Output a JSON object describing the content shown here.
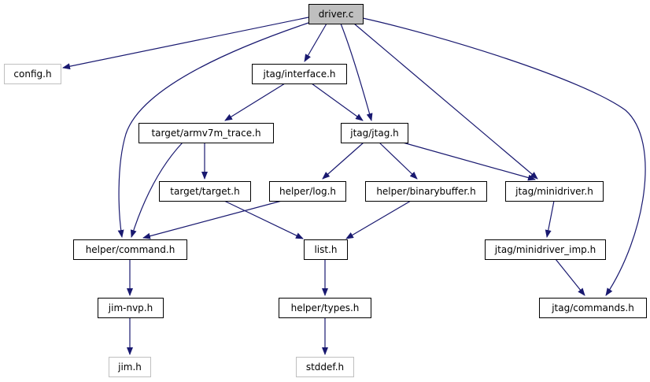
{
  "colors": {
    "edge": "#191970",
    "node_border": "#000000",
    "node_border_external": "#bfbfbf",
    "node_fill": "#ffffff",
    "node_fill_root": "#bfbfbf"
  },
  "nodes": [
    {
      "id": "driver_c",
      "label": "driver.c",
      "style": "root"
    },
    {
      "id": "config_h",
      "label": "config.h",
      "style": "external"
    },
    {
      "id": "jtag_interface_h",
      "label": "jtag/interface.h",
      "style": "normal"
    },
    {
      "id": "target_armv7m_trace_h",
      "label": "target/armv7m_trace.h",
      "style": "normal"
    },
    {
      "id": "jtag_jtag_h",
      "label": "jtag/jtag.h",
      "style": "normal"
    },
    {
      "id": "target_target_h",
      "label": "target/target.h",
      "style": "normal"
    },
    {
      "id": "helper_log_h",
      "label": "helper/log.h",
      "style": "normal"
    },
    {
      "id": "helper_binarybuffer_h",
      "label": "helper/binarybuffer.h",
      "style": "normal"
    },
    {
      "id": "jtag_minidriver_h",
      "label": "jtag/minidriver.h",
      "style": "normal"
    },
    {
      "id": "helper_command_h",
      "label": "helper/command.h",
      "style": "normal"
    },
    {
      "id": "list_h",
      "label": "list.h",
      "style": "normal"
    },
    {
      "id": "jtag_minidriver_imp_h",
      "label": "jtag/minidriver_imp.h",
      "style": "normal"
    },
    {
      "id": "jim_nvp_h",
      "label": "jim-nvp.h",
      "style": "normal"
    },
    {
      "id": "helper_types_h",
      "label": "helper/types.h",
      "style": "normal"
    },
    {
      "id": "jtag_commands_h",
      "label": "jtag/commands.h",
      "style": "normal"
    },
    {
      "id": "jim_h",
      "label": "jim.h",
      "style": "external"
    },
    {
      "id": "stddef_h",
      "label": "stddef.h",
      "style": "external"
    }
  ],
  "edges": [
    {
      "from": "driver_c",
      "to": "config_h"
    },
    {
      "from": "driver_c",
      "to": "jtag_interface_h"
    },
    {
      "from": "driver_c",
      "to": "jtag_jtag_h"
    },
    {
      "from": "driver_c",
      "to": "jtag_minidriver_h"
    },
    {
      "from": "driver_c",
      "to": "helper_command_h"
    },
    {
      "from": "driver_c",
      "to": "jtag_commands_h"
    },
    {
      "from": "jtag_interface_h",
      "to": "target_armv7m_trace_h"
    },
    {
      "from": "jtag_interface_h",
      "to": "jtag_jtag_h"
    },
    {
      "from": "target_armv7m_trace_h",
      "to": "target_target_h"
    },
    {
      "from": "target_armv7m_trace_h",
      "to": "helper_command_h"
    },
    {
      "from": "jtag_jtag_h",
      "to": "helper_log_h"
    },
    {
      "from": "jtag_jtag_h",
      "to": "helper_binarybuffer_h"
    },
    {
      "from": "jtag_jtag_h",
      "to": "jtag_minidriver_h"
    },
    {
      "from": "target_target_h",
      "to": "list_h"
    },
    {
      "from": "helper_log_h",
      "to": "helper_command_h"
    },
    {
      "from": "helper_binarybuffer_h",
      "to": "list_h"
    },
    {
      "from": "jtag_minidriver_h",
      "to": "jtag_minidriver_imp_h"
    },
    {
      "from": "jtag_minidriver_imp_h",
      "to": "jtag_commands_h"
    },
    {
      "from": "helper_command_h",
      "to": "jim_nvp_h"
    },
    {
      "from": "jim_nvp_h",
      "to": "jim_h"
    },
    {
      "from": "list_h",
      "to": "helper_types_h"
    },
    {
      "from": "helper_types_h",
      "to": "stddef_h"
    }
  ]
}
